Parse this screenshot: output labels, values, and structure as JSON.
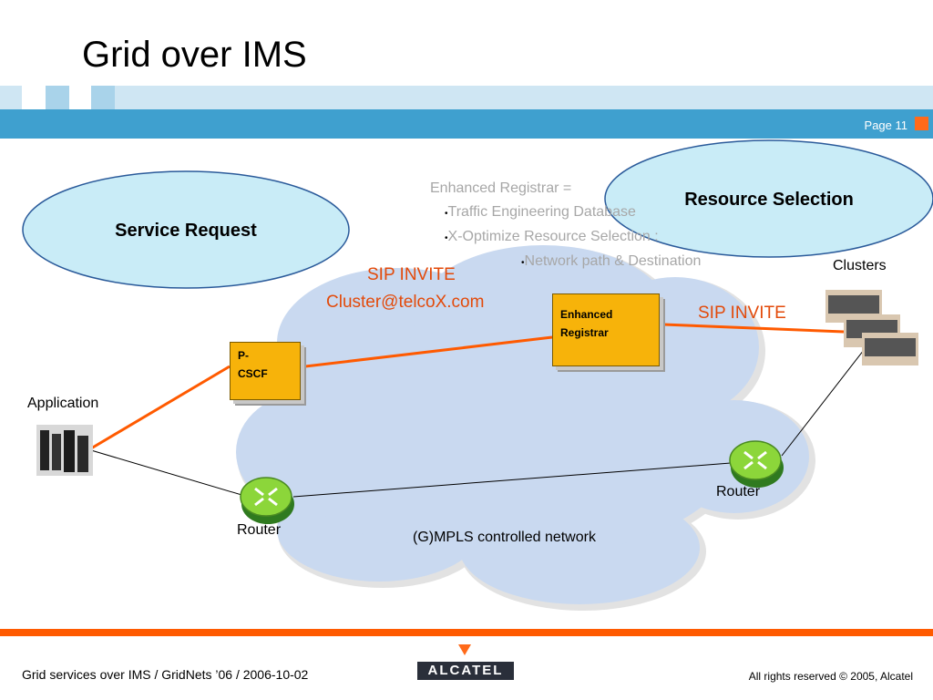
{
  "slide": {
    "title": "Grid over IMS",
    "page_label": "Page 11",
    "footer_left": "Grid services over IMS  / GridNets ’06 / 2006-10-02",
    "footer_right": "All rights reserved © 2005, Alcatel",
    "logo_text": "ALCATEL",
    "accent_color": "#ff5a00",
    "band_color": "#3fa0cf"
  },
  "diagram": {
    "ellipses": {
      "service_request": "Service Request",
      "resource_selection": "Resource Selection"
    },
    "boxes": {
      "p_cscf": [
        "P-",
        "CSCF"
      ],
      "enhanced_registrar": [
        "Enhanced",
        "Registrar"
      ]
    },
    "labels": {
      "application": "Application",
      "clusters": "Clusters",
      "router_left": "Router",
      "router_right": "Router",
      "network": "(G)MPLS controlled network",
      "sip_invite_1": "SIP INVITE",
      "sip_uri": "Cluster@telcoX.com",
      "sip_invite_2": "SIP INVITE"
    },
    "registrar_note": {
      "heading": "Enhanced Registrar =",
      "bullet_1": "Traffic Engineering Database",
      "bullet_2": "X-Optimize Resource Selection :",
      "bullet_3": "Network path & Destination"
    },
    "icons": [
      "router-icon",
      "server-rack-icon",
      "cloud-shape"
    ]
  }
}
